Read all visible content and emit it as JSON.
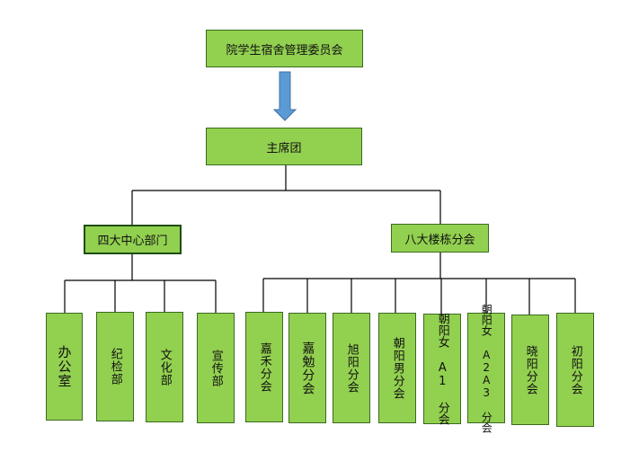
{
  "diagram": {
    "root": "院学生宿舍管理委员会",
    "level2": "主席团",
    "branches": [
      {
        "label": "四大中心部门",
        "children": [
          "办公室",
          "纪检部",
          "文化部",
          "宣传部"
        ]
      },
      {
        "label": "八大楼栋分会",
        "children": [
          "嘉禾分会",
          "嘉勉分会",
          "旭阳分会",
          "朝阳男分会",
          "朝阳女 A1 分会",
          "朝阳女 A2A3 分会",
          "晓阳分会",
          "初阳分会"
        ]
      }
    ],
    "colors": {
      "box_fill": "#92d050",
      "arrow_fill": "#5b9bd5",
      "line": "#000000"
    }
  }
}
